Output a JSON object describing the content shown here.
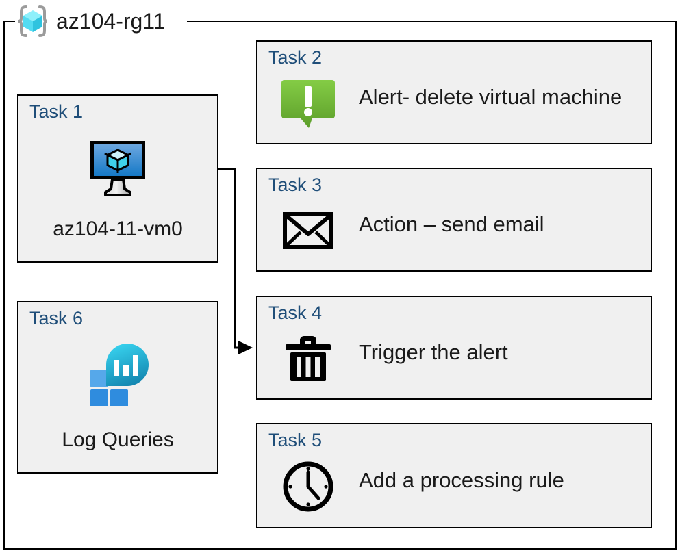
{
  "diagram": {
    "container": {
      "name": "az104-rg11",
      "icon": "azure-resource-group-icon",
      "border_color": "#000000"
    },
    "accent_label_color": "#1f4e79",
    "card_fill_color": "#f0f0f0",
    "cards": [
      {
        "id": "task1",
        "label": "Task 1",
        "text": "az104-11-vm0",
        "icon": "virtual-machine-icon",
        "layout": "vertical"
      },
      {
        "id": "task6",
        "label": "Task 6",
        "text": "Log Queries",
        "icon": "log-analytics-icon",
        "layout": "vertical"
      },
      {
        "id": "task2",
        "label": "Task 2",
        "text": "Alert- delete virtual machine",
        "icon": "alert-bubble-icon",
        "layout": "horizontal"
      },
      {
        "id": "task3",
        "label": "Task 3",
        "text": "Action – send email",
        "icon": "envelope-icon",
        "layout": "horizontal"
      },
      {
        "id": "task4",
        "label": "Task 4",
        "text": "Trigger the alert",
        "icon": "trash-can-icon",
        "layout": "horizontal"
      },
      {
        "id": "task5",
        "label": "Task 5",
        "text": "Add a processing rule",
        "icon": "clock-icon",
        "layout": "horizontal"
      }
    ],
    "connector": {
      "name": "vm-to-trigger-arrow",
      "from": "virtual-machine-icon",
      "to": "task4",
      "color": "#000000"
    },
    "colors": {
      "alert_green_light": "#7cc13f",
      "alert_green_dark": "#5c9e2a",
      "vm_blue_light": "#5b9bd5",
      "vm_blue_dark": "#1579c6",
      "log_cyan": "#31c8e8",
      "log_teal": "#1790b8",
      "log_square_light": "#50a3e8",
      "log_square_dark": "#2f8cde",
      "cube_cyan": "#6fe4f5",
      "bracket_gray": "#9b9b9b"
    }
  }
}
